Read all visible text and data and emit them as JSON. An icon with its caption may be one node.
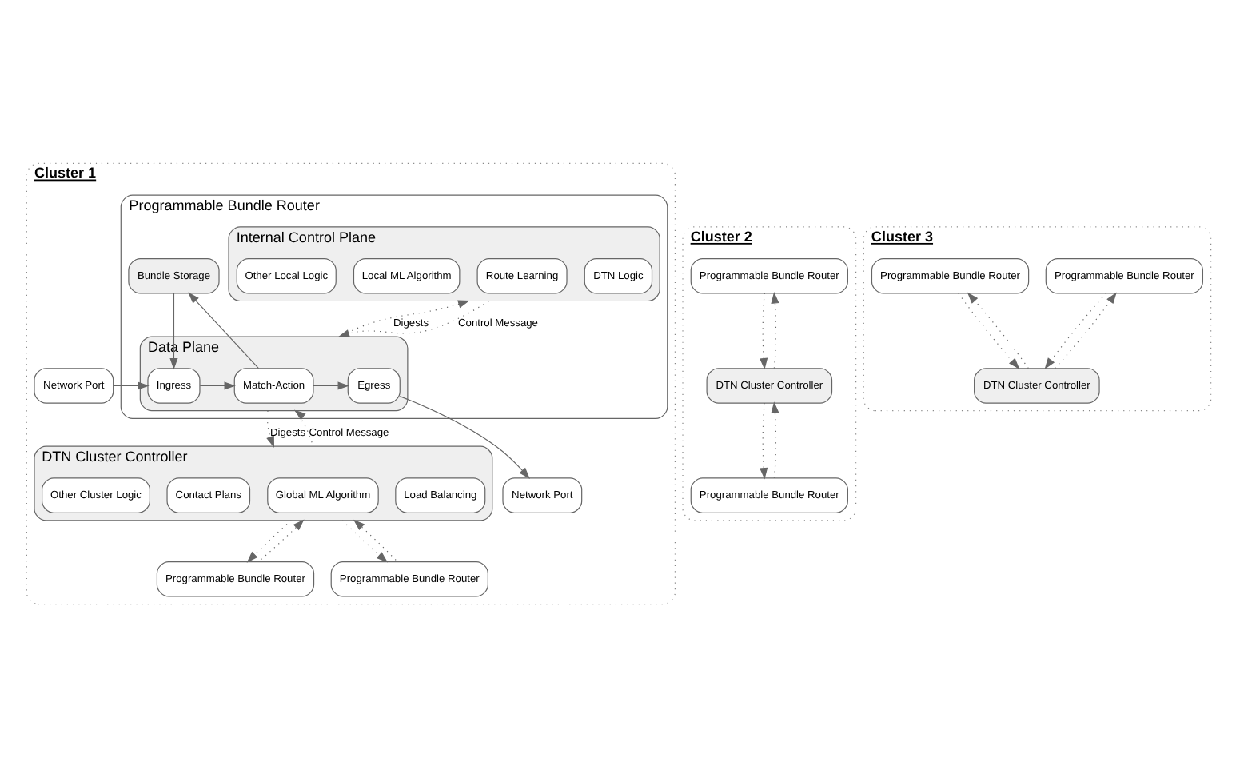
{
  "diagram": {
    "nodes": [
      {
        "text": [
          "Cluster 1"
        ]
      },
      {
        "text": [
          "Programmable Bundle Router"
        ],
        "in": 0
      },
      {
        "text": [
          "Bundle Storage"
        ],
        "in": 1
      },
      {
        "text": [
          "Internal Control Plane"
        ],
        "in": 1
      },
      {
        "text": [
          "DTN Logic"
        ],
        "in": 3
      },
      {
        "text": [
          "Route Learning"
        ],
        "in": 3
      },
      {
        "text": [
          "Local ML Algorithm"
        ],
        "in": 3
      },
      {
        "text": [
          "Other Local Logic"
        ],
        "in": 3
      },
      {
        "text": [
          "Data Plane"
        ],
        "in": 1
      },
      {
        "text": [
          "Ingress"
        ],
        "in": 8
      },
      {
        "text": [
          "Match-Action"
        ],
        "in": 8
      },
      {
        "text": [
          "Egress"
        ],
        "in": 8
      },
      {
        "text": [
          "Network Port"
        ],
        "in": 0
      },
      {
        "text": [
          "Network Port"
        ],
        "in": 0
      },
      {
        "text": [
          "DTN Cluster Controller"
        ],
        "in": 0
      },
      {
        "text": [
          "Load Balancing"
        ],
        "in": 14
      },
      {
        "text": [
          "Global ML Algorithm"
        ],
        "in": 14
      },
      {
        "text": [
          "Contact Plans"
        ],
        "in": 14
      },
      {
        "text": [
          "Other Cluster Logic"
        ],
        "in": 14
      },
      {
        "text": [
          "Programmable Bundle Router"
        ],
        "in": 0
      },
      {
        "text": [
          "Programmable Bundle Router"
        ],
        "in": 0
      },
      {
        "text": [
          "Cluster 2"
        ]
      },
      {
        "text": [
          "Programmable Bundle Router"
        ],
        "in": 21
      },
      {
        "text": [
          "DTN Cluster Controller"
        ],
        "in": 21
      },
      {
        "text": [
          "Programmable Bundle Router"
        ],
        "in": 21
      },
      {
        "text": [
          "Cluster 3"
        ]
      },
      {
        "text": [
          "Programmable Bundle Router"
        ],
        "in": 25
      },
      {
        "text": [
          "Programmable Bundle Router"
        ],
        "in": 25
      },
      {
        "text": [
          "DTN Cluster Controller"
        ],
        "in": 25
      }
    ],
    "edges": [
      {
        "from": 12,
        "to": 9,
        "arrow": "to"
      },
      {
        "from": 2,
        "to": 9,
        "arrow": "to"
      },
      {
        "from": 9,
        "to": 10,
        "arrow": "to"
      },
      {
        "from": 10,
        "to": 11,
        "arrow": "to"
      },
      {
        "from": 11,
        "to": 13,
        "arrow": "to"
      },
      {
        "from": 10,
        "to": 2,
        "arrow": "to"
      },
      {
        "from": 8,
        "to": 3,
        "arrow": "to",
        "label": "Digests",
        "style": "dashed"
      },
      {
        "from": 3,
        "to": 8,
        "arrow": "to",
        "label": "Control Message",
        "style": "dashed"
      },
      {
        "from": 8,
        "to": 14,
        "arrow": "to",
        "label": "Digests",
        "style": "dashed"
      },
      {
        "from": 14,
        "to": 8,
        "arrow": "to",
        "label": "Control Message",
        "style": "dashed"
      },
      {
        "from": 14,
        "to": 19,
        "arrow": "to",
        "style": "dashed"
      },
      {
        "from": 19,
        "to": 14,
        "arrow": "to",
        "style": "dashed"
      },
      {
        "from": 14,
        "to": 20,
        "arrow": "to",
        "style": "dashed"
      },
      {
        "from": 20,
        "to": 14,
        "arrow": "to",
        "style": "dashed"
      },
      {
        "from": 23,
        "to": 22,
        "arrow": "to",
        "style": "dashed"
      },
      {
        "from": 22,
        "to": 23,
        "arrow": "to",
        "style": "dashed"
      },
      {
        "from": 23,
        "to": 24,
        "arrow": "to",
        "style": "dashed"
      },
      {
        "from": 24,
        "to": 23,
        "arrow": "to",
        "style": "dashed"
      },
      {
        "from": 26,
        "to": 28,
        "arrow": "to",
        "style": "dashed"
      },
      {
        "from": 28,
        "to": 26,
        "arrow": "to",
        "style": "dashed"
      },
      {
        "from": 28,
        "to": 27,
        "arrow": "to",
        "style": "dashed"
      },
      {
        "from": 27,
        "to": 28,
        "arrow": "to",
        "style": "dashed"
      }
    ]
  }
}
